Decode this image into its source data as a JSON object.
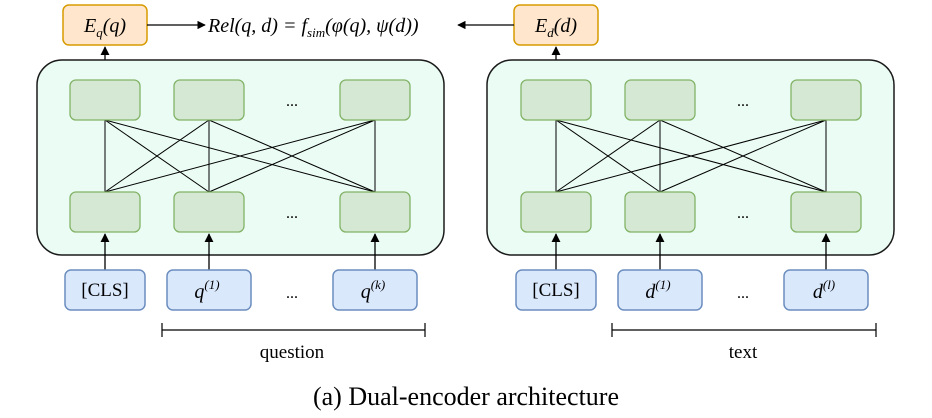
{
  "top_formula": {
    "left_encoder": {
      "base": "E",
      "sub": "q",
      "arg": "(q)"
    },
    "right_encoder": {
      "base": "E",
      "sub": "d",
      "arg": "(d)"
    },
    "relation": {
      "lhs": "Rel(q, d) = ",
      "f": "f",
      "f_sub": "sim",
      "rhs": "(φ(q), ψ(d))"
    }
  },
  "left_encoder_block": {
    "dots_top": "...",
    "dots_bottom": "..."
  },
  "right_encoder_block": {
    "dots_top": "...",
    "dots_bottom": "..."
  },
  "left_inputs": {
    "cls": "[CLS]",
    "t1": {
      "base": "q",
      "sup": "(1)"
    },
    "dots": "...",
    "tk": {
      "base": "q",
      "sup": "(k)"
    }
  },
  "right_inputs": {
    "cls": "[CLS]",
    "t1": {
      "base": "d",
      "sup": "(1)"
    },
    "dots": "...",
    "tl": {
      "base": "d",
      "sup": "(l)"
    }
  },
  "left_span_label": "question",
  "right_span_label": "text",
  "caption": "(a) Dual-encoder architecture",
  "colors": {
    "encoder_bg": "#eafcf4",
    "encoder_border": "#1a1a1a",
    "hidden_fill": "#d5e8d4",
    "hidden_stroke": "#82b366",
    "input_fill": "#dae8fc",
    "input_stroke": "#6c8ebf",
    "output_fill": "#ffe6cc",
    "output_stroke": "#d79b00"
  }
}
